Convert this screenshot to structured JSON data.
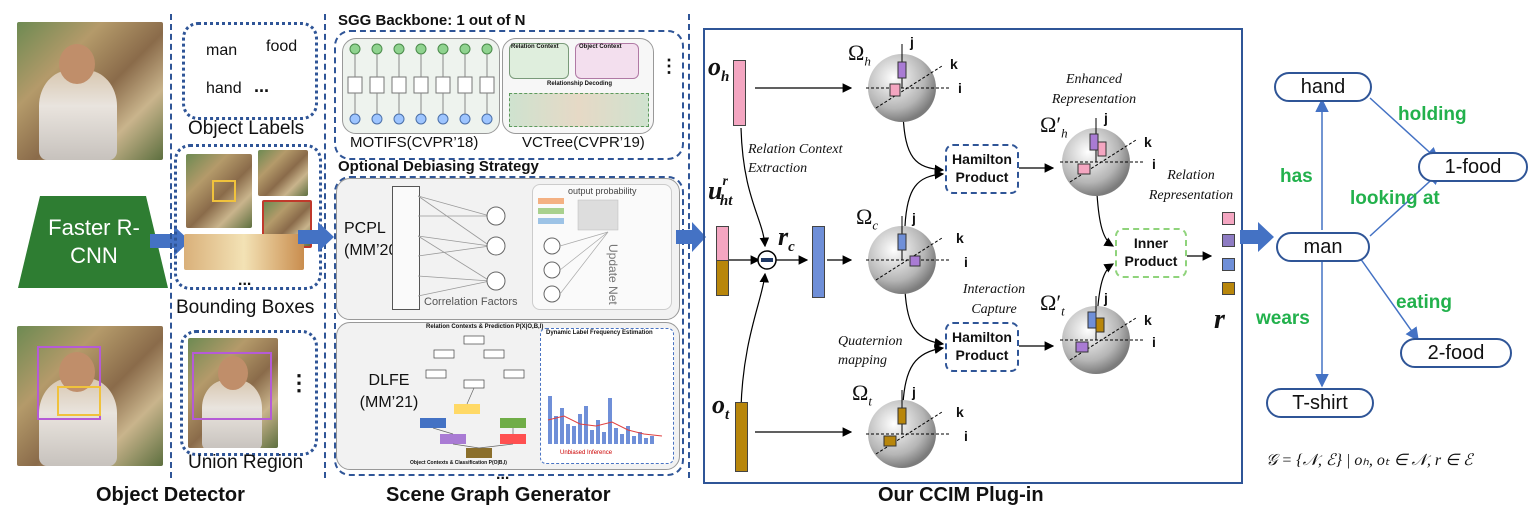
{
  "sections": {
    "object_detector": "Object Detector",
    "scene_graph_generator": "Scene Graph Generator",
    "ccim": "Our CCIM Plug-in"
  },
  "detector": {
    "faster_rcnn": "Faster R-CNN",
    "labels": [
      "man",
      "food",
      "hand",
      "..."
    ],
    "object_labels": "Object Labels",
    "bounding_boxes": "Bounding Boxes",
    "union_region": "Union Region",
    "ellipsis": "...",
    "ellipsis_vertical": "⋮"
  },
  "sgg": {
    "backbone_title": "SGG Backbone: 1 out of N",
    "motifs": "MOTIFS(CVPR’18)",
    "vctree": "VCTree(CVPR’19)",
    "relation_context": "Relation Context",
    "object_context": "Object Context",
    "relationship_decoding": "Relationship Decoding",
    "debias_title": "Optional Debiasing Strategy",
    "pcpl": "PCPL (MM’20)",
    "correlation_factors": "Correlation Factors",
    "output_probability": "output probability",
    "update_net": "Update Net",
    "dlfe": "DLFE (MM’21)",
    "dlfe_head": "Relation Contexts & Prediction P(X|O,B,I)",
    "dlfe_box": "Dynamic Label Frequency Estimation",
    "dlfe_bottom": "Object Contexts & Classification P(O|B,I)",
    "dlfe_legend": "Unbiased Inference",
    "ellipsis": "..."
  },
  "ccim": {
    "o_h": "o",
    "o_h_sub": "h",
    "u_ht": "u",
    "u_ht_sup": "r",
    "u_ht_sub": "ht",
    "o_t": "o",
    "o_t_sub": "t",
    "r_c": "r",
    "r_c_sub": "c",
    "omega_h": "Ω",
    "omega_h_sub": "h",
    "omega_c": "Ω",
    "omega_c_sub": "c",
    "omega_t": "Ω",
    "omega_t_sub": "t",
    "omega_h_prime": "Ω′",
    "omega_h_prime_sub": "h",
    "omega_t_prime": "Ω′",
    "omega_t_prime_sub": "t",
    "axis_i": "i",
    "axis_j": "j",
    "axis_k": "k",
    "relation_context_extraction": "Relation Context Extraction",
    "quaternion_mapping": "Quaternion mapping",
    "enhanced_representation": "Enhanced Representation",
    "interaction_capture": "Interaction Capture",
    "relation_representation": "Relation Representation",
    "hamilton_product": "Hamilton Product",
    "inner_product": "Inner Product",
    "r": "r"
  },
  "graph": {
    "nodes": {
      "hand": "hand",
      "food1": "1-food",
      "man": "man",
      "food2": "2-food",
      "tshirt": "T-shirt"
    },
    "edges": {
      "holding": "holding",
      "has": "has",
      "looking_at": "looking at",
      "eating": "eating",
      "wears": "wears"
    },
    "formula": "𝒢 = {𝒩, ℰ} | oₕ, oₜ ∈ 𝒩, r ∈ ℰ"
  },
  "colors": {
    "accent": "#2f5597",
    "arrow": "#4472c4",
    "green": "#22b14c",
    "faster_rcnn_bg": "#2e7d32",
    "pink": "#f4a6c1",
    "purple": "#8e7cc3",
    "blue_vec": "#6f8fd8",
    "brown": "#b8860b"
  }
}
